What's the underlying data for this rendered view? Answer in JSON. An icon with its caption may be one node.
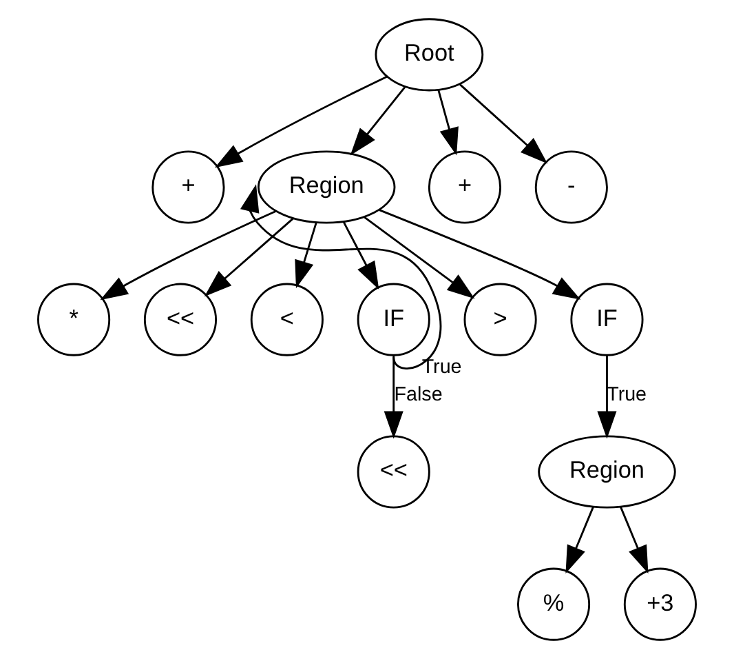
{
  "diagram": {
    "nodes": [
      {
        "text": [
          "Root"
        ]
      },
      {
        "text": [
          "+"
        ]
      },
      {
        "text": [
          "Region"
        ]
      },
      {
        "text": [
          "+"
        ]
      },
      {
        "text": [
          "-"
        ]
      },
      {
        "text": [
          "*"
        ]
      },
      {
        "text": [
          "<<"
        ]
      },
      {
        "text": [
          "<"
        ]
      },
      {
        "text": [
          "IF"
        ]
      },
      {
        "text": [
          ">"
        ]
      },
      {
        "text": [
          "IF"
        ]
      },
      {
        "text": [
          "<<"
        ]
      },
      {
        "text": [
          "Region"
        ]
      },
      {
        "text": [
          "%"
        ]
      },
      {
        "text": [
          "+3"
        ]
      }
    ],
    "edges": [
      {
        "from": 0,
        "to": 1,
        "arrow": "to"
      },
      {
        "from": 0,
        "to": 2,
        "arrow": "to"
      },
      {
        "from": 0,
        "to": 3,
        "arrow": "to"
      },
      {
        "from": 0,
        "to": 4,
        "arrow": "to"
      },
      {
        "from": 2,
        "to": 5,
        "arrow": "to"
      },
      {
        "from": 2,
        "to": 6,
        "arrow": "to"
      },
      {
        "from": 2,
        "to": 7,
        "arrow": "to"
      },
      {
        "from": 2,
        "to": 8,
        "arrow": "to"
      },
      {
        "from": 2,
        "to": 9,
        "arrow": "to"
      },
      {
        "from": 2,
        "to": 10,
        "arrow": "to"
      },
      {
        "from": 8,
        "to": 2,
        "arrow": "to",
        "label": "True"
      },
      {
        "from": 8,
        "to": 11,
        "arrow": "to",
        "label": "False"
      },
      {
        "from": 10,
        "to": 12,
        "arrow": "to",
        "label": "True"
      },
      {
        "from": 12,
        "to": 13,
        "arrow": "to"
      },
      {
        "from": 12,
        "to": 14,
        "arrow": "to"
      }
    ]
  }
}
